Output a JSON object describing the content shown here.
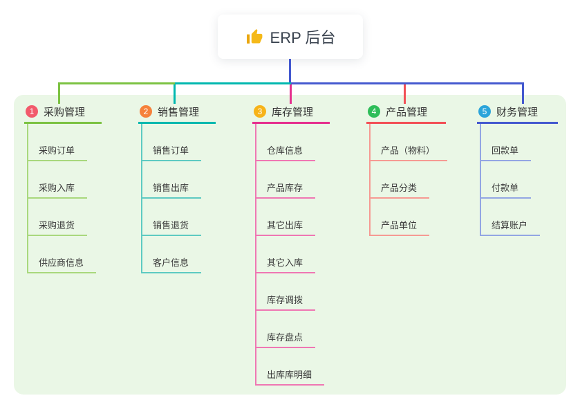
{
  "root": {
    "label": "ERP 后台",
    "icon": "thumbs-up-icon",
    "icon_color": "#f5b919"
  },
  "colors": {
    "panel_bg": "#eaf7e6",
    "blue": "#4459cf",
    "green": "#7cc242",
    "teal": "#00b8af",
    "magenta": "#e5308e",
    "red": "#f25056"
  },
  "branches": [
    {
      "badge": "1",
      "label": "采购管理",
      "badge_color": "#f25a6b",
      "line_color": "#7cc242",
      "child_line_color": "#a9d87d",
      "children": [
        "采购订单",
        "采购入库",
        "采购退货",
        "供应商信息"
      ]
    },
    {
      "badge": "2",
      "label": "销售管理",
      "badge_color": "#f6813b",
      "line_color": "#00b8af",
      "child_line_color": "#5ecac2",
      "children": [
        "销售订单",
        "销售出库",
        "销售退货",
        "客户信息"
      ]
    },
    {
      "badge": "3",
      "label": "库存管理",
      "badge_color": "#f7b318",
      "line_color": "#e5308e",
      "child_line_color": "#ef77b3",
      "children": [
        "仓库信息",
        "产品库存",
        "其它出库",
        "其它入库",
        "库存调拨",
        "库存盘点",
        "出库库明细"
      ]
    },
    {
      "badge": "4",
      "label": "产品管理",
      "badge_color": "#2ebd59",
      "line_color": "#f25056",
      "child_line_color": "#f69a93",
      "children": [
        "产品（物料）",
        "产品分类",
        "产品单位"
      ]
    },
    {
      "badge": "5",
      "label": "财务管理",
      "badge_color": "#2ba4da",
      "line_color": "#4459cf",
      "child_line_color": "#93a6e3",
      "children": [
        "回款单",
        "付款单",
        "结算账户"
      ]
    }
  ]
}
